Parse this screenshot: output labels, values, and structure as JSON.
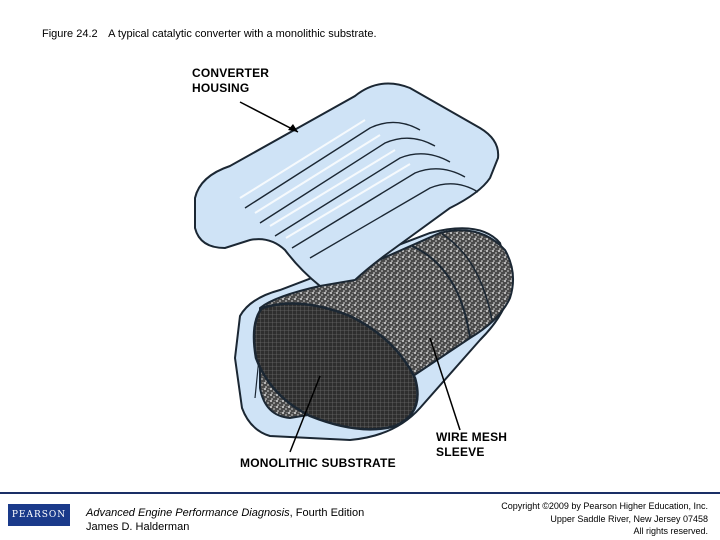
{
  "caption": {
    "figure_number": "Figure 24.2",
    "text": "A typical catalytic converter with a monolithic substrate."
  },
  "illustration": {
    "labels": {
      "housing_line1": "CONVERTER",
      "housing_line2": "HOUSING",
      "substrate": "MONOLITHIC SUBSTRATE",
      "sleeve_line1": "WIRE MESH",
      "sleeve_line2": "SLEEVE"
    },
    "colors": {
      "housing_fill": "#cfe3f6",
      "outline": "#1b2733",
      "mesh_dark": "#3a3a3a",
      "mesh_light": "#cfcfcf"
    }
  },
  "footer": {
    "logo_text": "PEARSON",
    "book_title": "Advanced Engine Performance Diagnosis",
    "book_edition": ", Fourth Edition",
    "author": "James D. Halderman",
    "copyright_line1": "Copyright ©2009 by Pearson Higher Education, Inc.",
    "copyright_line2": "Upper Saddle River, New Jersey 07458",
    "copyright_line3": "All rights reserved.",
    "rule_color": "#1a2f66"
  }
}
